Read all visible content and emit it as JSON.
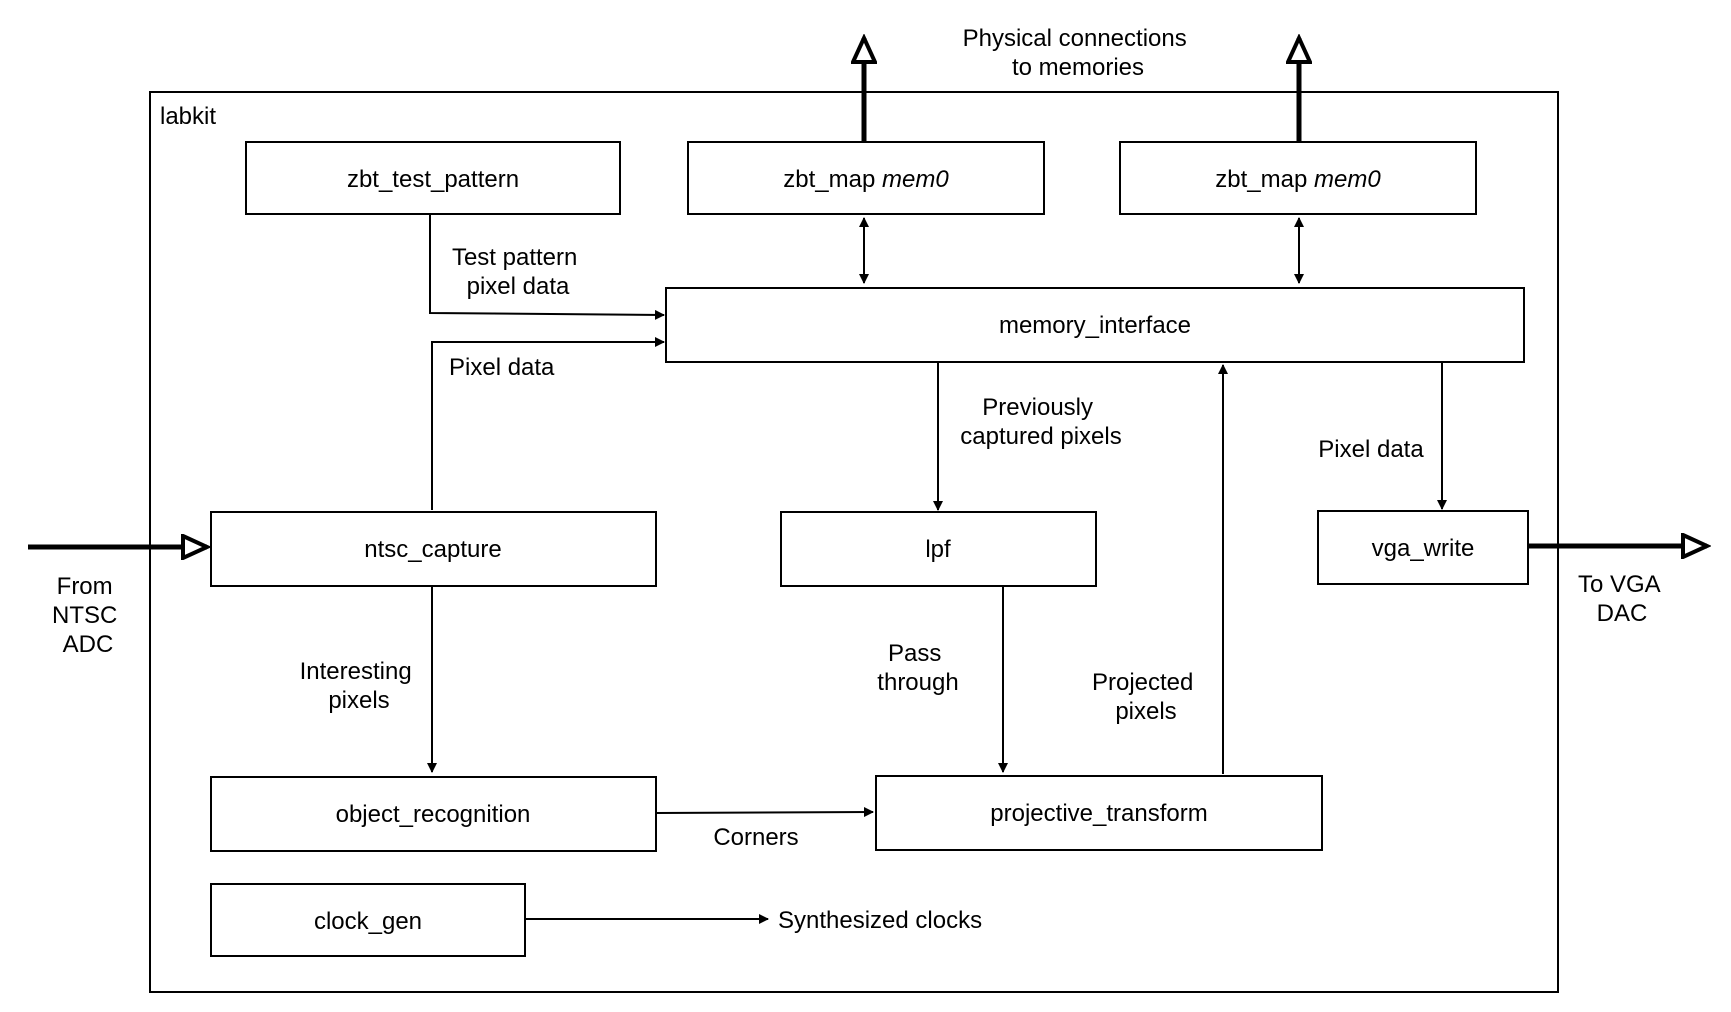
{
  "container": {
    "label": "labkit"
  },
  "blocks": {
    "zbt_test_pattern": "zbt_test_pattern",
    "zbt_map_left": {
      "name": "zbt_map",
      "instance": "mem0"
    },
    "zbt_map_right": {
      "name": "zbt_map",
      "instance": "mem0"
    },
    "memory_interface": "memory_interface",
    "ntsc_capture": "ntsc_capture",
    "lpf": "lpf",
    "vga_write": "vga_write",
    "object_recognition": "object_recognition",
    "projective_transform": "projective_transform",
    "clock_gen": "clock_gen"
  },
  "signals": {
    "physical_connections": [
      "Physical connections",
      "to memories"
    ],
    "test_pattern_pixel_data": [
      "Test pattern",
      "pixel data"
    ],
    "pixel_data_capture": "Pixel data",
    "previously_captured_pixels": [
      "Previously",
      "captured pixels"
    ],
    "pixel_data_vga": "Pixel data",
    "from_ntsc_adc": [
      "From",
      "NTSC",
      "ADC"
    ],
    "to_vga_dac": [
      "To VGA",
      "DAC"
    ],
    "interesting_pixels": [
      "Interesting",
      "pixels"
    ],
    "pass_through": [
      "Pass",
      "through"
    ],
    "projected_pixels": [
      "Projected",
      "pixels"
    ],
    "corners": "Corners",
    "synthesized_clocks": "Synthesized clocks"
  }
}
